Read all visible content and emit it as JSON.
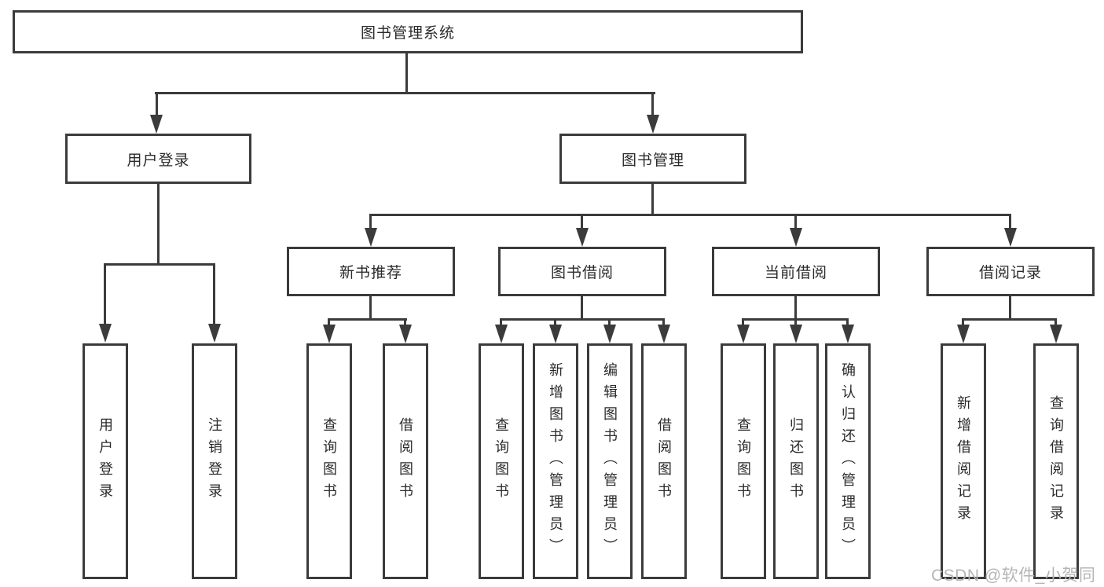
{
  "nodes": {
    "root": "图书管理系统",
    "user_login": "用户登录",
    "book_mgmt": "图书管理",
    "new_books": "新书推荐",
    "book_borrow": "图书借阅",
    "current_borrow": "当前借阅",
    "borrow_records": "借阅记录"
  },
  "leaves": {
    "user_login": [
      "用户登录",
      "注销登录"
    ],
    "new_books": [
      "查询图书",
      "借阅图书"
    ],
    "book_borrow": [
      "查询图书",
      "新增图书（管理员）",
      "编辑图书（管理员）",
      "借阅图书"
    ],
    "current_borrow": [
      "查询图书",
      "归还图书",
      "确认归还（管理员）"
    ],
    "borrow_records": [
      "新增借阅记录",
      "查询借阅记录"
    ]
  },
  "watermark": {
    "text": "CSDN @软件_小贺同学",
    "color": "#b5b5b5"
  },
  "colors": {
    "line": "#3b3b3b",
    "text": "#2b2b2b",
    "background": "#ffffff",
    "box_fill": "#ffffff"
  }
}
